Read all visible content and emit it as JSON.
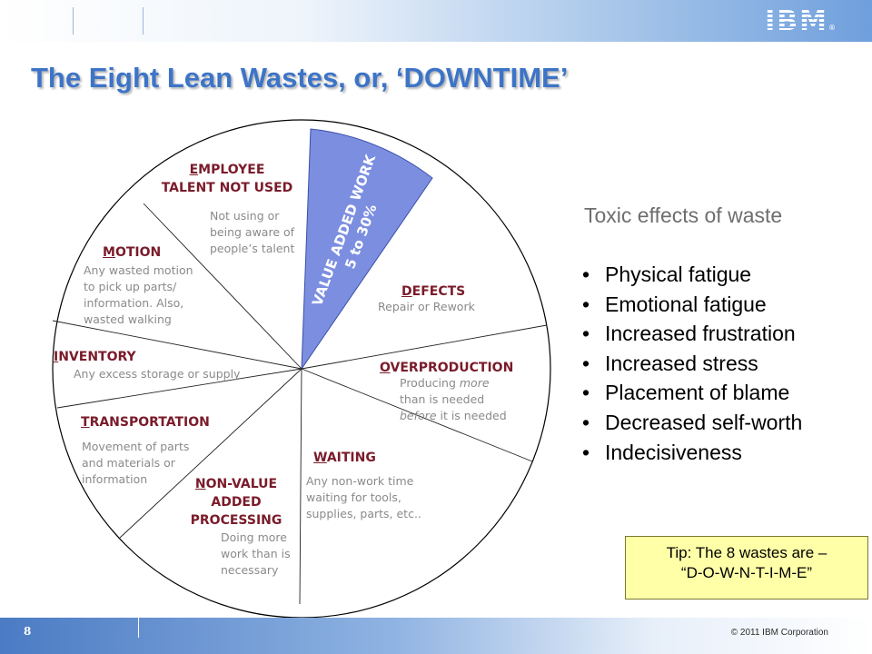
{
  "header": {
    "logo": "IBM",
    "logo_mark": "®",
    "title": "The Eight Lean Wastes, or, ‘DOWNTIME’"
  },
  "wheel": {
    "value_added": {
      "line1": "VALUE ADDED WORK",
      "line2": "5 to 30%"
    },
    "wastes": {
      "defects": {
        "first": "D",
        "rest": "EFECTS",
        "desc": "Repair or Rework"
      },
      "overproduction": {
        "first": "O",
        "rest": "VERPRODUCTION",
        "desc1": "Producing ",
        "desc1_em": "more",
        "desc2": "than is needed",
        "desc3_em": "before",
        "desc3": " it is needed"
      },
      "waiting": {
        "first": "W",
        "rest": "AITING",
        "desc1": "Any non-work time",
        "desc2": "waiting for tools,",
        "desc3": "supplies, parts, etc.."
      },
      "non_value": {
        "first": "N",
        "rest": "ON-VALUE",
        "line2": "ADDED",
        "line3": "PROCESSING",
        "desc1": "Doing more",
        "desc2": "work than is",
        "desc3": "necessary"
      },
      "transportation": {
        "first": "T",
        "rest": "RANSPORTATION",
        "desc1": "Movement of parts",
        "desc2": "and materials or",
        "desc3": "information"
      },
      "inventory": {
        "first": "I",
        "rest": "NVENTORY",
        "desc": "Any excess storage or supply"
      },
      "motion": {
        "first": "M",
        "rest": "OTION",
        "desc1": "Any wasted motion",
        "desc2": "to pick up parts/",
        "desc3": "information. Also,",
        "desc4": "wasted walking"
      },
      "employee": {
        "first": "E",
        "rest": "MPLOYEE",
        "line2": "TALENT NOT USED",
        "desc1": "Not using or",
        "desc2": "being aware of",
        "desc3": "people’s talent"
      }
    },
    "value_share_percent": [
      5,
      30
    ],
    "colors": {
      "value_added_fill": "#7c8ee0",
      "waste_label": "#7a1b2a",
      "description": "#8a8a8a"
    }
  },
  "toxic": {
    "title": "Toxic effects of waste",
    "bullet": "•",
    "items": [
      "Physical fatigue",
      "Emotional fatigue",
      "Increased frustration",
      "Increased stress",
      "Placement of blame",
      "Decreased self-worth",
      "Indecisiveness"
    ]
  },
  "tip": {
    "line1": "Tip: The 8 wastes are –",
    "line2": "“D-O-W-N-T-I-M-E”"
  },
  "footer": {
    "page_number": "8",
    "copyright": "© 2011 IBM Corporation"
  },
  "colors": {
    "title": "#3d74c7",
    "tip_background": "#ffffa8",
    "banner_blue": "#4b7bc4"
  }
}
